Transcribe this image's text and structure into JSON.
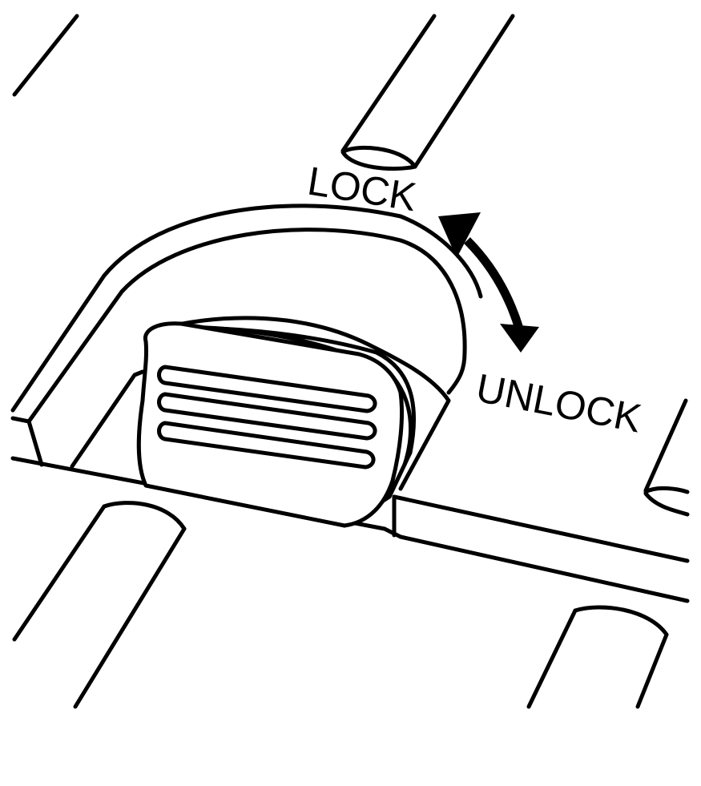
{
  "labels": {
    "lock": "LOCK",
    "unlock": "UNLOCK"
  },
  "colors": {
    "line": "#000000",
    "background": "#ffffff"
  },
  "icons": {
    "arrow": "double-headed-curved-arrow"
  }
}
